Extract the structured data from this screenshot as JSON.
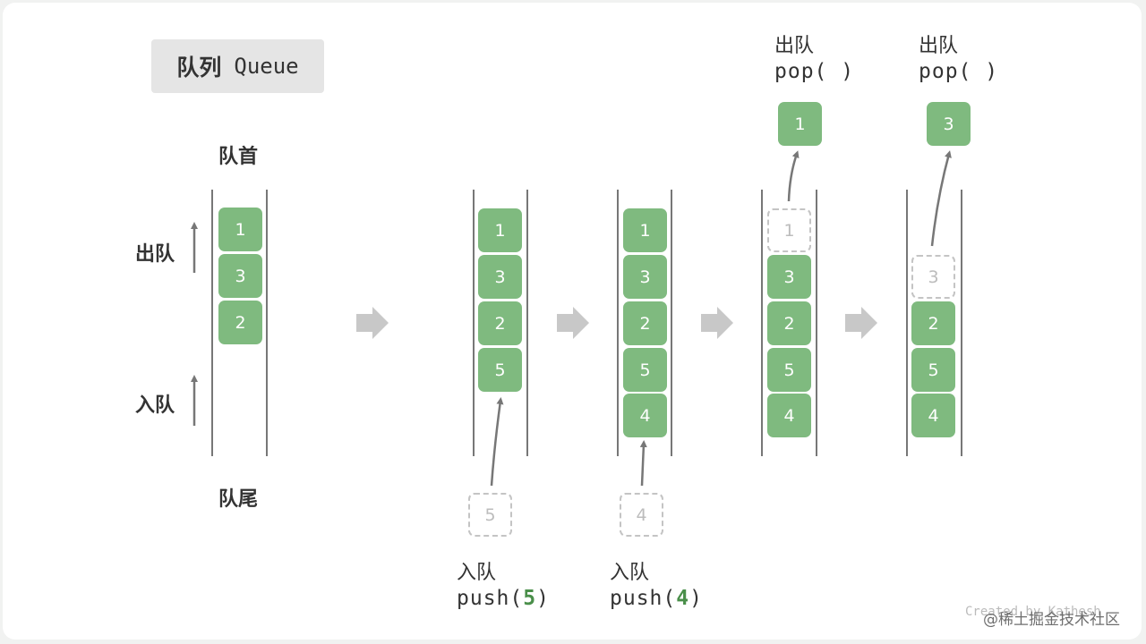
{
  "title": {
    "cn": "队列",
    "en": "Queue"
  },
  "labels": {
    "head": "队首",
    "tail": "队尾",
    "dequeue": "出队",
    "enqueue": "入队"
  },
  "stages": [
    {
      "cells": [
        "1",
        "3",
        "2"
      ]
    },
    {
      "cells": [
        "1",
        "3",
        "2",
        "5"
      ],
      "op_cn": "入队",
      "op_code_prefix": "push(",
      "op_arg": "5",
      "op_code_suffix": ")",
      "pending": "5"
    },
    {
      "cells": [
        "1",
        "3",
        "2",
        "5",
        "4"
      ],
      "op_cn": "入队",
      "op_code_prefix": "push(",
      "op_arg": "4",
      "op_code_suffix": ")",
      "pending": "4"
    },
    {
      "ghost": "1",
      "cells": [
        "3",
        "2",
        "5",
        "4"
      ],
      "op_cn": "出队",
      "op_code": "pop( )",
      "popped": "1"
    },
    {
      "ghost": "3",
      "cells": [
        "2",
        "5",
        "4"
      ],
      "op_cn": "出队",
      "op_code": "pop( )",
      "popped": "3"
    }
  ],
  "watermark": "@稀土掘金技术社区",
  "watermark_faint": "Created by Kathesh",
  "colors": {
    "cell": "#7fba7f",
    "highlight": "#4a8f4a",
    "arrow": "#c8c8c8"
  }
}
